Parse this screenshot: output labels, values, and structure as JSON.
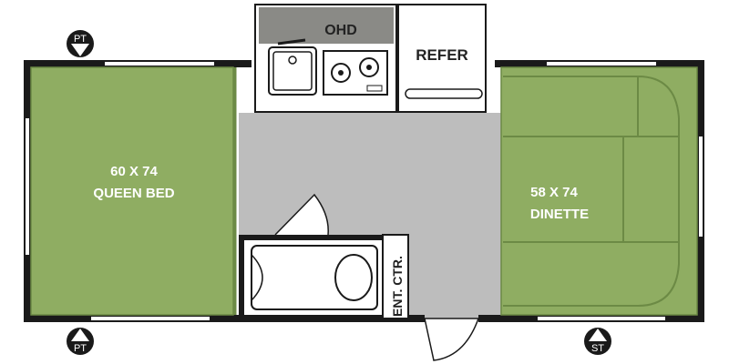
{
  "rooms": {
    "bed_size": "60 X 74",
    "bed_name": "QUEEN BED",
    "dinette_size": "58 X 74",
    "dinette_name": "DINETTE",
    "refer": "REFER",
    "ohd": "OHD",
    "ent_ctr": "ENT. CTR."
  },
  "badges": {
    "top_left": "PT",
    "bottom_left": "PT",
    "bottom_right": "ST"
  },
  "colors": {
    "wall": "#1a1a1a",
    "bed": "#8fad62",
    "floor": "#bdbdbd",
    "ohd": "#8a8a86",
    "white": "#ffffff"
  }
}
